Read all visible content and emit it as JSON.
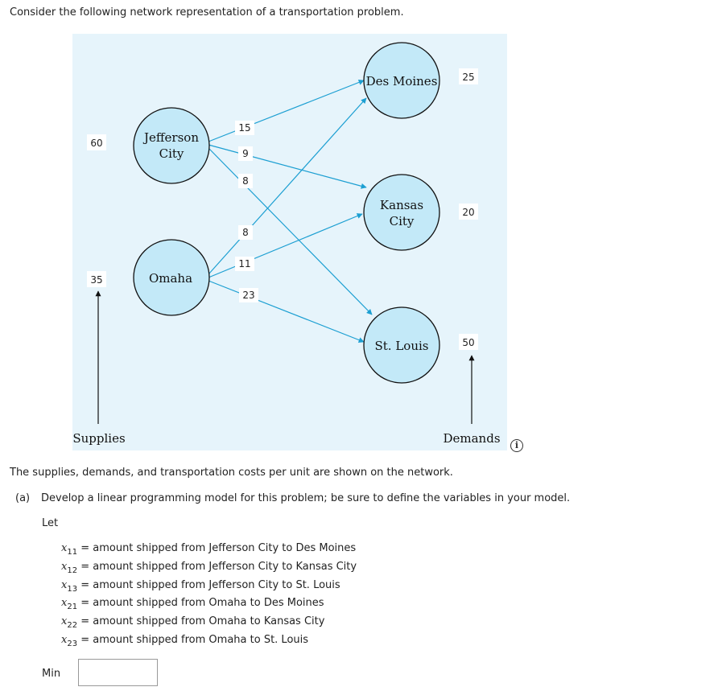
{
  "intro_text": "Consider the following network representation of a transportation problem.",
  "network": {
    "supply_nodes": [
      {
        "name_lines": [
          "Jefferson",
          "City"
        ],
        "supply": "60"
      },
      {
        "name_lines": [
          "Omaha"
        ],
        "supply": "35"
      }
    ],
    "demand_nodes": [
      {
        "name_lines": [
          "Des Moines"
        ],
        "demand": "25"
      },
      {
        "name_lines": [
          "Kansas",
          "City"
        ],
        "demand": "20"
      },
      {
        "name_lines": [
          "St. Louis"
        ],
        "demand": "50"
      }
    ],
    "arc_costs": [
      {
        "from": "Jefferson City",
        "to": "Des Moines",
        "cost": "15"
      },
      {
        "from": "Jefferson City",
        "to": "Kansas City",
        "cost": "9"
      },
      {
        "from": "Jefferson City",
        "to": "St. Louis",
        "cost": "8"
      },
      {
        "from": "Omaha",
        "to": "Des Moines",
        "cost": "8"
      },
      {
        "from": "Omaha",
        "to": "Kansas City",
        "cost": "11"
      },
      {
        "from": "Omaha",
        "to": "St. Louis",
        "cost": "23"
      }
    ],
    "supplies_label": "Supplies",
    "demands_label": "Demands",
    "colors": {
      "panel": "#e6f4fb",
      "node_fill": "#c3e9f8",
      "arrow": "#1c9fd2"
    }
  },
  "info_icon_glyph": "i",
  "network_caption": "The supplies, demands, and transportation costs per unit are shown on the network.",
  "part_a": {
    "tag": "(a)",
    "text": "Develop a linear programming model for this problem; be sure to define the variables in your model."
  },
  "let_label": "Let",
  "variables": [
    {
      "symbol": "x",
      "subscript": "11",
      "definition": "= amount shipped from Jefferson City to Des Moines"
    },
    {
      "symbol": "x",
      "subscript": "12",
      "definition": "= amount shipped from Jefferson City to Kansas City"
    },
    {
      "symbol": "x",
      "subscript": "13",
      "definition": "= amount shipped from Jefferson City to St. Louis"
    },
    {
      "symbol": "x",
      "subscript": "21",
      "definition": "= amount shipped from Omaha to Des Moines"
    },
    {
      "symbol": "x",
      "subscript": "22",
      "definition": "= amount shipped from Omaha to Kansas City"
    },
    {
      "symbol": "x",
      "subscript": "23",
      "definition": "= amount shipped from Omaha to St. Louis"
    }
  ],
  "objective": {
    "label": "Min",
    "value": ""
  }
}
